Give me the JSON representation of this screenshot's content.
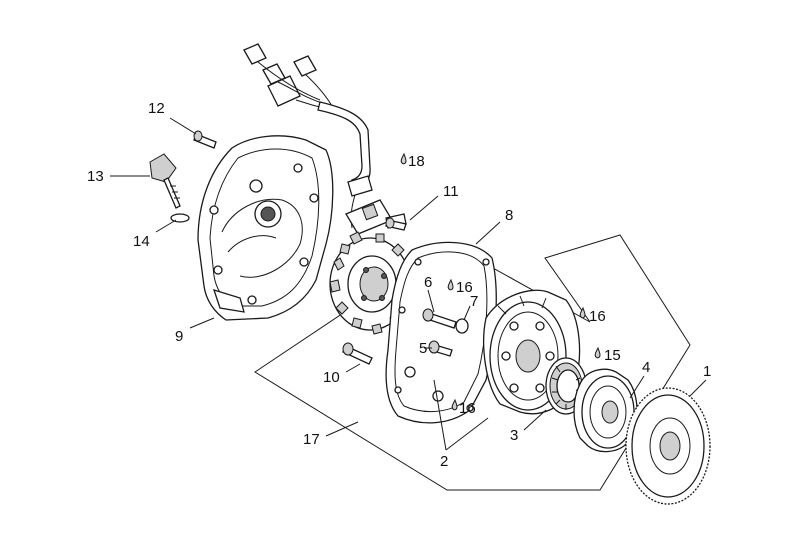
{
  "callouts": [
    {
      "id": "c1",
      "label": "1"
    },
    {
      "id": "c2",
      "label": "2"
    },
    {
      "id": "c3",
      "label": "3"
    },
    {
      "id": "c4",
      "label": "4"
    },
    {
      "id": "c5",
      "label": "5"
    },
    {
      "id": "c6",
      "label": "6"
    },
    {
      "id": "c7",
      "label": "7"
    },
    {
      "id": "c8",
      "label": "8"
    },
    {
      "id": "c9",
      "label": "9"
    },
    {
      "id": "c10",
      "label": "10"
    },
    {
      "id": "c11",
      "label": "11"
    },
    {
      "id": "c12",
      "label": "12"
    },
    {
      "id": "c13",
      "label": "13"
    },
    {
      "id": "c14",
      "label": "14"
    },
    {
      "id": "c15",
      "label": "15"
    },
    {
      "id": "c16a",
      "label": "16"
    },
    {
      "id": "c16b",
      "label": "16"
    },
    {
      "id": "c16c",
      "label": "16"
    },
    {
      "id": "c17",
      "label": "17"
    },
    {
      "id": "c18",
      "label": "18"
    }
  ]
}
